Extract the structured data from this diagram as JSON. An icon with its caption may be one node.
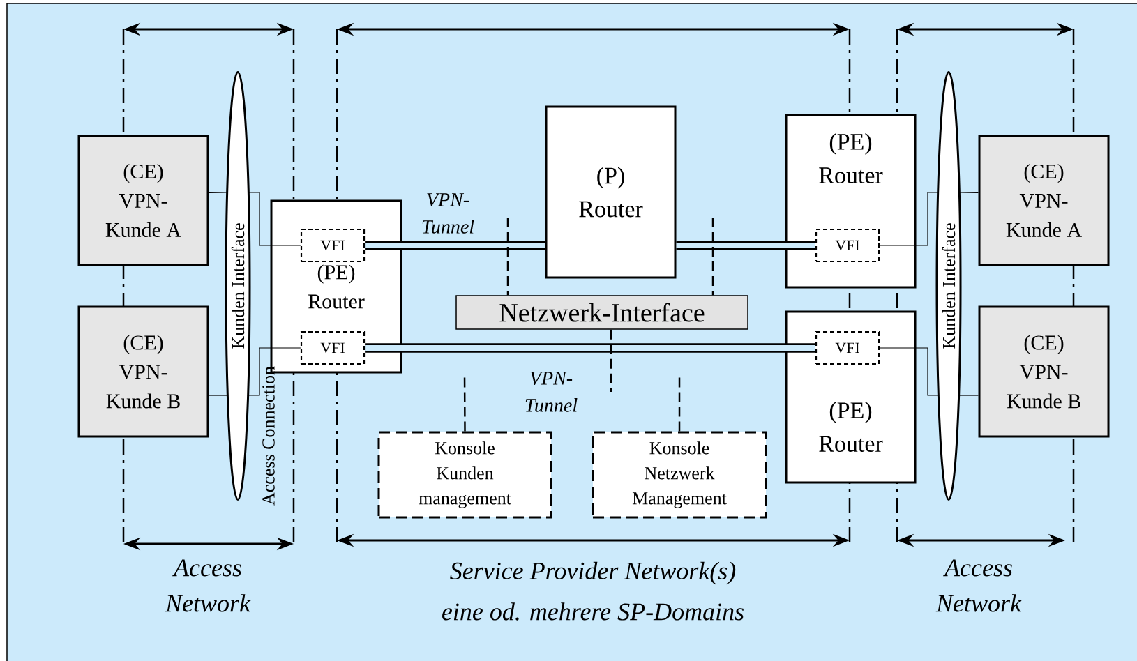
{
  "diagram": {
    "nodes": [
      {
        "text": [
          "(CE)",
          "VPN- Kunde A"
        ]
      },
      {
        "text": [
          "(CE)",
          "VPN- Kunde B"
        ]
      },
      {
        "text": [
          "Kunden Interface"
        ]
      },
      {
        "text": [
          "(PE)",
          "Router"
        ]
      },
      {
        "text": [
          "VFI"
        ],
        "in": 3
      },
      {
        "text": [
          "VFI"
        ],
        "in": 3
      },
      {
        "text": [
          "(P)",
          "Router"
        ]
      },
      {
        "text": [
          "Netzwerk-Interface"
        ]
      },
      {
        "text": [
          "(PE)",
          "Router"
        ]
      },
      {
        "text": [
          "VFI"
        ],
        "in": 8
      },
      {
        "text": [
          "(PE)",
          "Router"
        ]
      },
      {
        "text": [
          "VFI"
        ],
        "in": 10
      },
      {
        "text": [
          "Kunden Interface"
        ]
      },
      {
        "text": [
          "(CE)",
          "VPN- Kunde A"
        ]
      },
      {
        "text": [
          "(CE)",
          "VPN- Kunde B"
        ]
      },
      {
        "text": [
          "Konsole Kunden management"
        ]
      },
      {
        "text": [
          "Konsole Netzwerk Management"
        ]
      }
    ],
    "edges": [
      {
        "from": 0,
        "to": 2,
        "arrow": "none"
      },
      {
        "from": 2,
        "to": 4,
        "arrow": "none"
      },
      {
        "from": 1,
        "to": 2,
        "arrow": "none"
      },
      {
        "from": 2,
        "to": 5,
        "arrow": "none"
      },
      {
        "from": 4,
        "to": 6,
        "arrow": "none",
        "style": "thick",
        "label": "VPN- Tunnel"
      },
      {
        "from": 6,
        "to": 9,
        "arrow": "none",
        "style": "thick"
      },
      {
        "from": 5,
        "to": 11,
        "arrow": "none",
        "style": "thick",
        "label": "VPN- Tunnel"
      },
      {
        "from": 9,
        "to": 12,
        "arrow": "none"
      },
      {
        "from": 12,
        "to": 13,
        "arrow": "none"
      },
      {
        "from": 11,
        "to": 12,
        "arrow": "none"
      },
      {
        "from": 12,
        "to": 14,
        "arrow": "none"
      },
      {
        "from": null,
        "to": 7,
        "arrow": "none",
        "style": "dashed"
      },
      {
        "from": null,
        "to": 7,
        "arrow": "none",
        "style": "dashed"
      },
      {
        "from": 7,
        "to": null,
        "arrow": "none",
        "style": "dashed"
      },
      {
        "from": 15,
        "to": null,
        "arrow": "none",
        "style": "dashed"
      },
      {
        "from": 16,
        "to": null,
        "arrow": "none",
        "style": "dashed"
      }
    ],
    "labels": [
      "Access Connection",
      "Access Network",
      "Service Provider Network(s)",
      "eine od. mehrere SP-Domains",
      "Access Network"
    ]
  }
}
